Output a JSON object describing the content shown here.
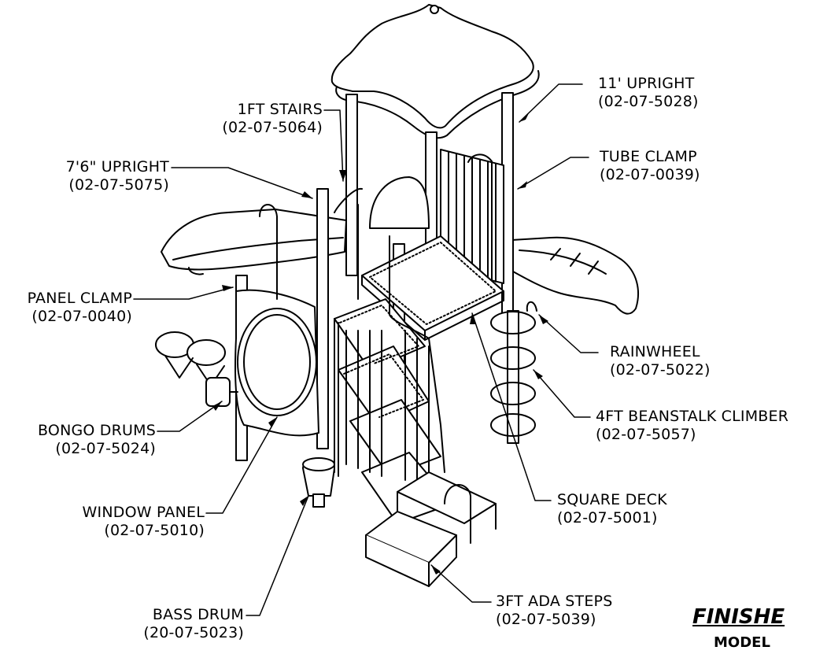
{
  "title": "FINISHE",
  "model": "MODEL",
  "labels": [
    {
      "name": "11' UPRIGHT",
      "part": "(02-07-5028)"
    },
    {
      "name": "1FT STAIRS",
      "part": "(02-07-5064)"
    },
    {
      "name": "TUBE CLAMP",
      "part": "(02-07-0039)"
    },
    {
      "name": "7'6\" UPRIGHT",
      "part": "(02-07-5075)"
    },
    {
      "name": "PANEL CLAMP",
      "part": "(02-07-0040)"
    },
    {
      "name": "RAINWHEEL",
      "part": "(02-07-5022)"
    },
    {
      "name": "4FT BEANSTALK CLIMBER",
      "part": "(02-07-5057)"
    },
    {
      "name": "BONGO DRUMS",
      "part": "(02-07-5024)"
    },
    {
      "name": "SQUARE DECK",
      "part": "(02-07-5001)"
    },
    {
      "name": "WINDOW PANEL",
      "part": "(02-07-5010)"
    },
    {
      "name": "3FT ADA STEPS",
      "part": "(02-07-5039)"
    },
    {
      "name": "BASS DRUM",
      "part": "(20-07-5023)"
    }
  ]
}
